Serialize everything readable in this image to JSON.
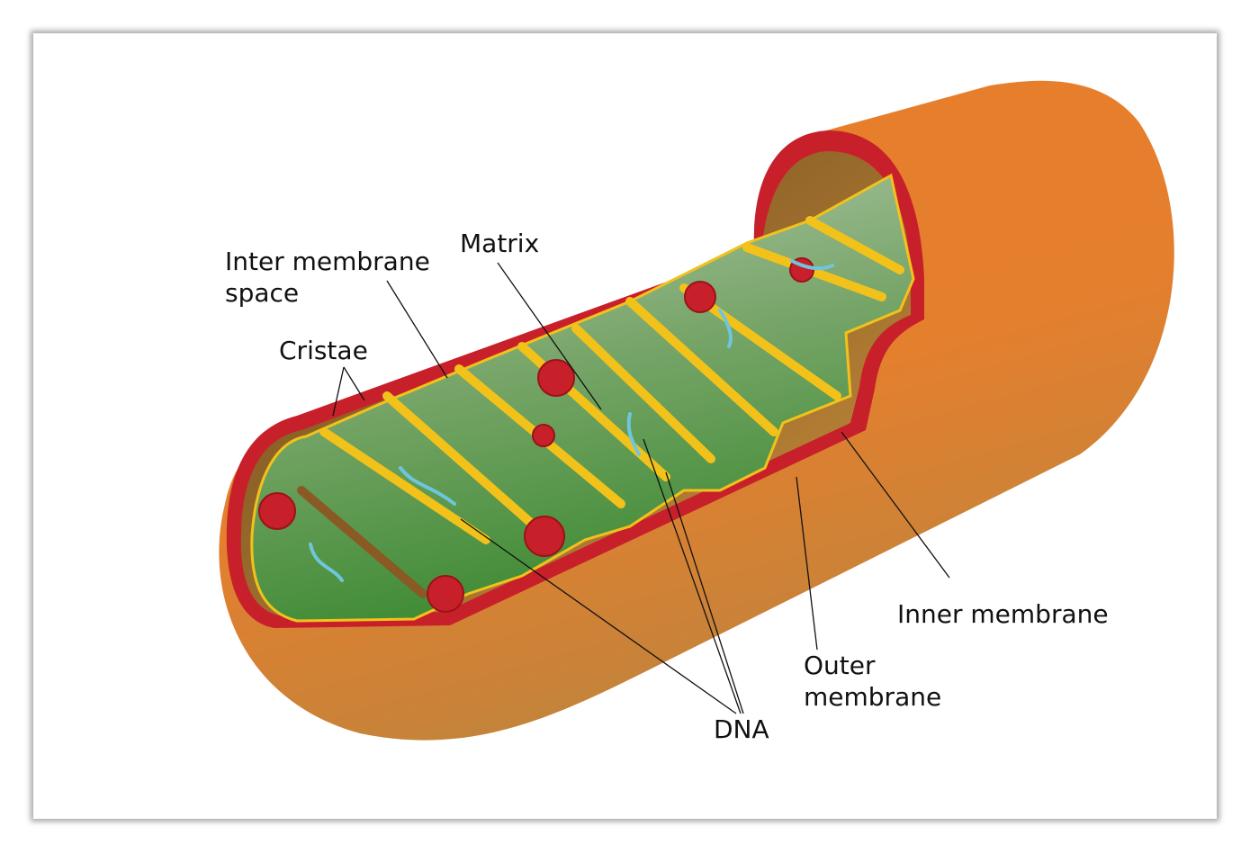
{
  "figure": {
    "labels": {
      "inter_membrane_space_line1": "Inter membrane",
      "inter_membrane_space_line2": "space",
      "matrix": "Matrix",
      "cristae": "Cristae",
      "inner_membrane": "Inner membrane",
      "outer_membrane_line1": "Outer",
      "outer_membrane_line2": "membrane",
      "dna": "DNA"
    },
    "colors": {
      "outer_body": "#e77f2c",
      "membrane_red": "#c8202a",
      "matrix_green": "#4e9440",
      "cristae_yellow": "#f2c21b",
      "dna_blue": "#6fc6dc"
    }
  }
}
